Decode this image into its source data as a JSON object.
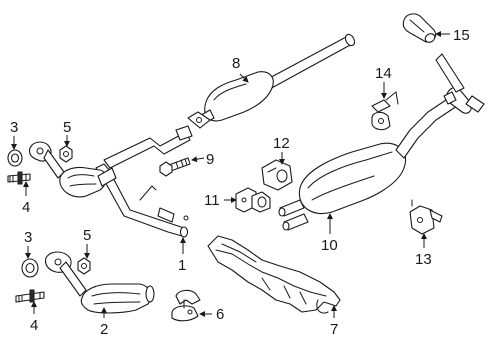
{
  "callouts": {
    "c1": "1",
    "c2": "2",
    "c3a": "3",
    "c3b": "3",
    "c4a": "4",
    "c4b": "4",
    "c5a": "5",
    "c5b": "5",
    "c6": "6",
    "c7": "7",
    "c8": "8",
    "c9": "9",
    "c10": "10",
    "c11": "11",
    "c12": "12",
    "c13": "13",
    "c14": "14",
    "c15": "15"
  },
  "parts": {
    "p1": "front-pipe-assembly",
    "p2": "catalytic-converter",
    "p3": "gasket",
    "p4": "stud",
    "p5": "nut",
    "p6": "hanger",
    "p7": "heat-shield",
    "p8": "resonator",
    "p9": "bolt",
    "p10": "muffler",
    "p11": "insulator",
    "p12": "bracket",
    "p13": "bracket",
    "p14": "hanger",
    "p15": "tailpipe-tip"
  }
}
